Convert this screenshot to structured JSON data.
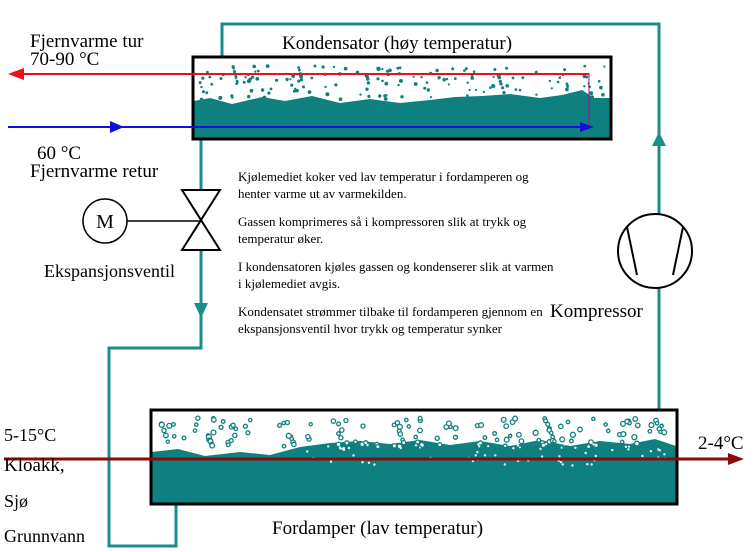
{
  "condenser": {
    "title": "Kondensator (høy temperatur)",
    "supply_label": "Fjernvarme tur",
    "supply_temp": "70-90 °C",
    "return_temp": "60 °C",
    "return_label": "Fjernvarme retur"
  },
  "evaporator": {
    "title": "Fordamper (lav temperatur)",
    "inlet_temp": "5-15°C",
    "outlet_temp": "2-4°C",
    "sources": [
      "Kloakk,",
      "Sjø",
      "Grunnvann"
    ]
  },
  "valve": {
    "label": "Ekspansjonsventil",
    "motor_symbol": "M"
  },
  "compressor": {
    "label": "Kompressor"
  },
  "description": [
    "Kjølemediet koker ved lav temperatur i fordamperen og henter varme ut av varmekilden.",
    "Gassen komprimeres så i kompressoren slik at trykk og temperatur øker.",
    "I kondensatoren kjøles gassen og kondenserer  slik at varmen i kjølemediet avgis.",
    "Kondensatet strømmer tilbake til fordamperen gjennom en ekspansjonsventil hvor trykk og temperatur synker"
  ],
  "colors": {
    "refrigerant": "#0f8080",
    "pipe": "#1a8c8c",
    "district_heating_supply": "#e8121e",
    "district_heating_return": "#1010d8",
    "heat_source": "#8b0a0a",
    "outline": "#000000"
  }
}
